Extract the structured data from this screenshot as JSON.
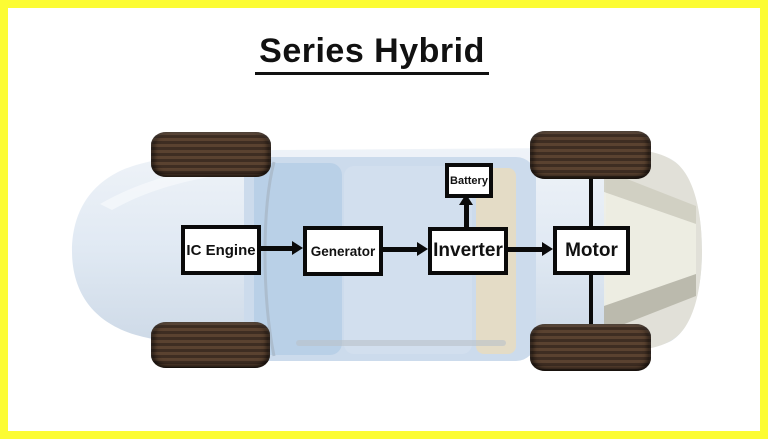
{
  "title": "Series Hybrid",
  "diagram": {
    "nodes": [
      {
        "id": "ic_engine",
        "label": "IC Engine"
      },
      {
        "id": "generator",
        "label": "Generator"
      },
      {
        "id": "inverter",
        "label": "Inverter"
      },
      {
        "id": "motor",
        "label": "Motor"
      },
      {
        "id": "battery",
        "label": "Battery"
      }
    ],
    "connections": [
      {
        "from": "IC Engine",
        "to": "Generator",
        "style": "arrow"
      },
      {
        "from": "Generator",
        "to": "Inverter",
        "style": "arrow"
      },
      {
        "from": "Inverter",
        "to": "Motor",
        "style": "arrow"
      },
      {
        "from": "Inverter",
        "to": "Battery",
        "style": "arrow"
      },
      {
        "from": "Motor",
        "to": "rear wheel (top)",
        "style": "line"
      },
      {
        "from": "Motor",
        "to": "rear wheel (bottom)",
        "style": "line"
      }
    ]
  },
  "illustration": {
    "type": "car top view, front facing left, four tires",
    "wheels": [
      "front-top",
      "rear-top",
      "front-bottom",
      "rear-bottom"
    ]
  },
  "colors": {
    "frame_border": "#FCFC33",
    "background": "#FFFFFF",
    "box_border": "#0A0A0A",
    "box_fill": "#FFFFFF",
    "text": "#111111",
    "connector": "#0A0A0A",
    "tire": "#4A3428",
    "car_body": "#DFE8F2",
    "car_cabin": "#C9DAEB"
  }
}
